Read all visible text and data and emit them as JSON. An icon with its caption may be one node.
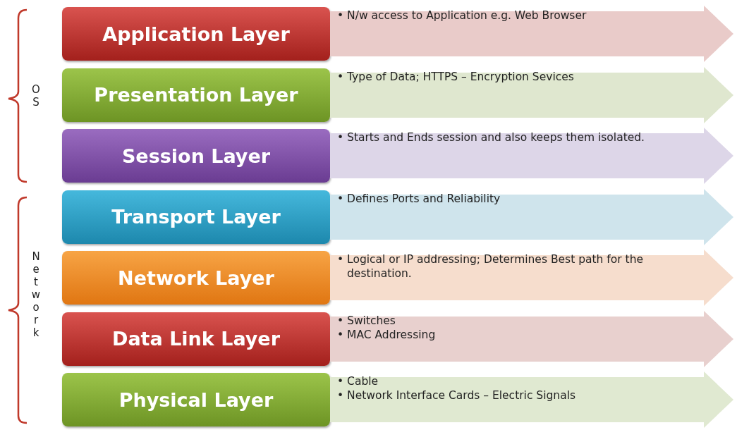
{
  "diagram": {
    "nodes": [
      {
        "text": [
          "Application Layer"
        ]
      },
      {
        "text": [
          "• N/w access to Application e.g. Web Browser"
        ]
      },
      {
        "text": [
          "Presentation Layer"
        ]
      },
      {
        "text": [
          "• Type of Data; HTTPS – Encryption Sevices"
        ]
      },
      {
        "text": [
          "Session Layer"
        ]
      },
      {
        "text": [
          "• Starts and Ends session and also keeps them isolated."
        ]
      },
      {
        "text": [
          "Transport Layer"
        ]
      },
      {
        "text": [
          "• Defines Ports and Reliability"
        ]
      },
      {
        "text": [
          "Network Layer"
        ]
      },
      {
        "text": [
          "• Logical or IP addressing; Determines Best path for the destination."
        ]
      },
      {
        "text": [
          "Data Link Layer"
        ]
      },
      {
        "text": [
          "• Switches",
          "• MAC Addressing"
        ]
      },
      {
        "text": [
          "Physical Layer"
        ]
      },
      {
        "text": [
          "• Cable",
          "• Network Interface Cards – Electric Signals"
        ]
      }
    ],
    "labels": [
      "OS",
      "Network"
    ]
  }
}
